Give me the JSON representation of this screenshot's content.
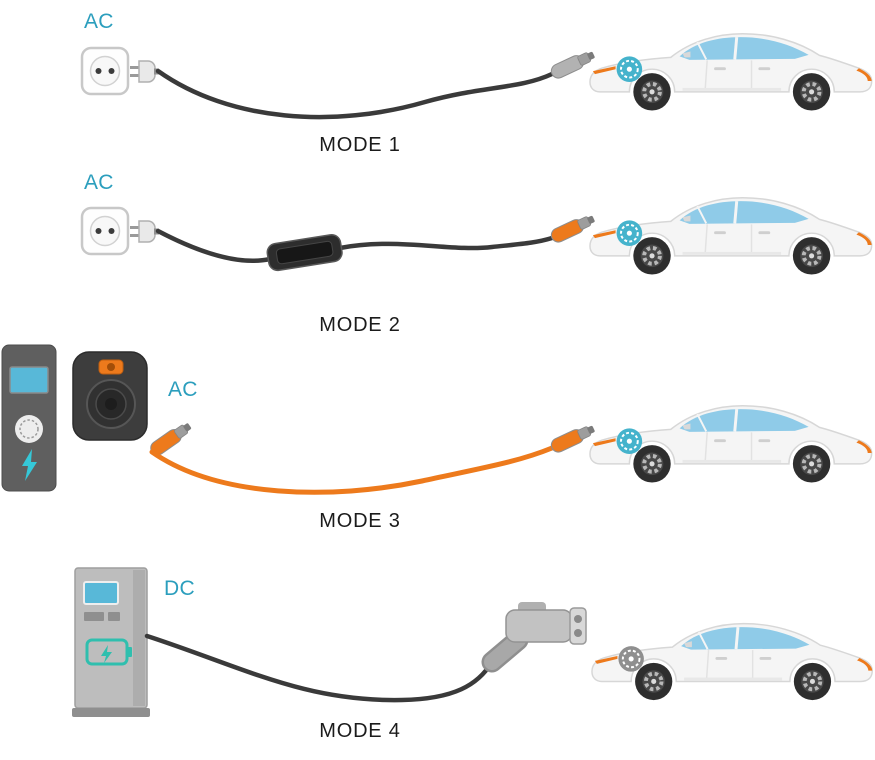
{
  "modes": [
    {
      "current_type": "AC",
      "mode_label": "MODE 1"
    },
    {
      "current_type": "AC",
      "mode_label": "MODE 2"
    },
    {
      "current_type": "AC",
      "mode_label": "MODE 3"
    },
    {
      "current_type": "DC",
      "mode_label": "MODE 4"
    }
  ],
  "colors": {
    "current_type_label": "#2B9EBD",
    "mode_label_text": "#1B1B1B",
    "cable_black": "#3A3A3A",
    "cable_orange": "#ED7A1C",
    "connector_orange": "#ED7A1C",
    "charge_port_badge_teal": "#45B3CC",
    "charge_port_badge_gray": "#8F8F8F",
    "car_window_blue": "#8FCBE8",
    "car_accent_orange": "#ED7A1C",
    "station_screen_blue": "#58B8D8",
    "pedestal_bolt_teal": "#35C8D8",
    "dc_station_battery_teal": "#2FBFAE"
  },
  "icons": {
    "wall-socket-icon": "schuko wall socket with two pin holes",
    "power-plug-icon": "two-pin mains plug",
    "incable-control-box-icon": "in-cable control box on charging lead",
    "charging-pedestal-icon": "AC charging pedestal with display and lightning bolt",
    "wallbox-icon": "round wallbox charger with docked orange connector",
    "dc-fast-charger-icon": "DC fast charging station with display and battery symbol",
    "type2-connector-icon": "type 2 charging connector gun",
    "ccs-connector-icon": "large CCS DC charging connector gun",
    "ev-car-icon": "white electric sedan side view with blue windows",
    "charge-port-badge-icon": "circular EV charge port badge on front fender"
  }
}
